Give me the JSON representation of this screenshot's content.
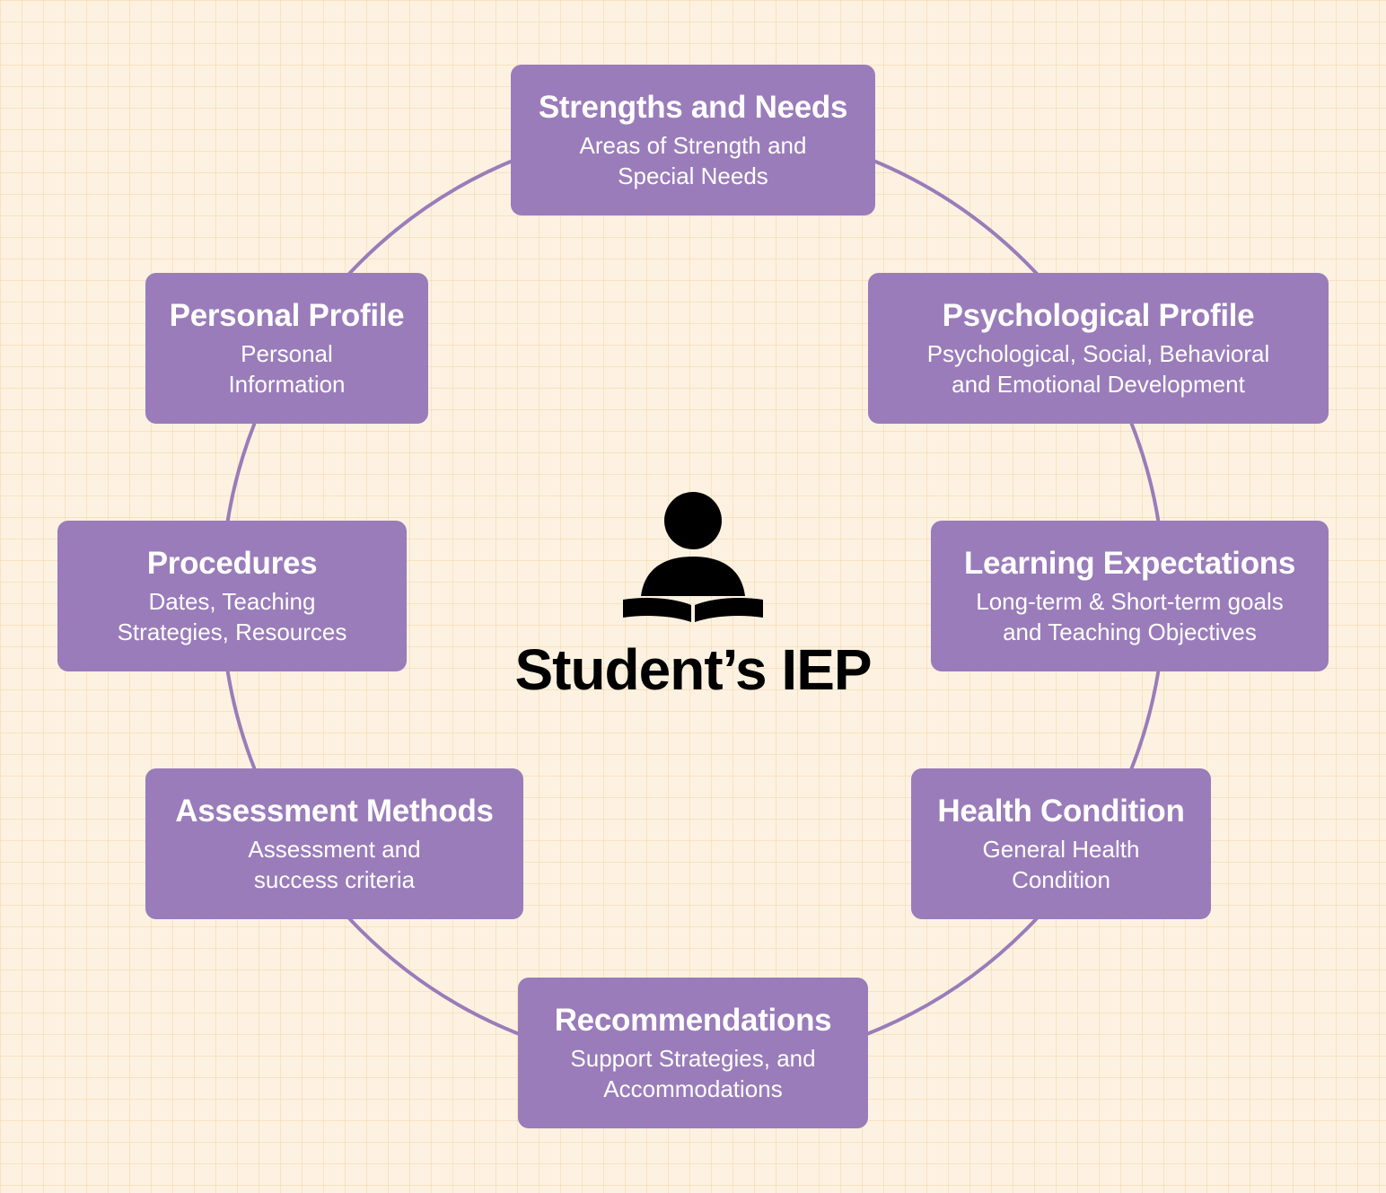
{
  "center": {
    "title": "Student’s IEP",
    "icon": "student-reading-book-icon"
  },
  "colors": {
    "card": "#9a7cba",
    "ring": "#9a7cba",
    "background": "#fdf2e1",
    "grid": "#f4d6aa"
  },
  "cards": {
    "strengths": {
      "title": "Strengths and Needs",
      "desc_line1": "Areas of Strength and",
      "desc_line2": "Special Needs"
    },
    "psych": {
      "title": "Psychological Profile",
      "desc_line1": "Psychological, Social, Behavioral",
      "desc_line2": "and Emotional Development"
    },
    "learning": {
      "title": "Learning Expectations",
      "desc_line1": "Long-term & Short-term goals",
      "desc_line2": "and Teaching Objectives"
    },
    "health": {
      "title": "Health Condition",
      "desc_line1": "General Health",
      "desc_line2": "Condition"
    },
    "recs": {
      "title": "Recommendations",
      "desc_line1": "Support Strategies, and",
      "desc_line2": "Accommodations"
    },
    "assessment": {
      "title": "Assessment Methods",
      "desc_line1": "Assessment and",
      "desc_line2": "success criteria"
    },
    "procedures": {
      "title": "Procedures",
      "desc_line1": "Dates, Teaching",
      "desc_line2": "Strategies, Resources"
    },
    "personal": {
      "title": "Personal Profile",
      "desc_line1": "Personal",
      "desc_line2": "Information"
    }
  }
}
